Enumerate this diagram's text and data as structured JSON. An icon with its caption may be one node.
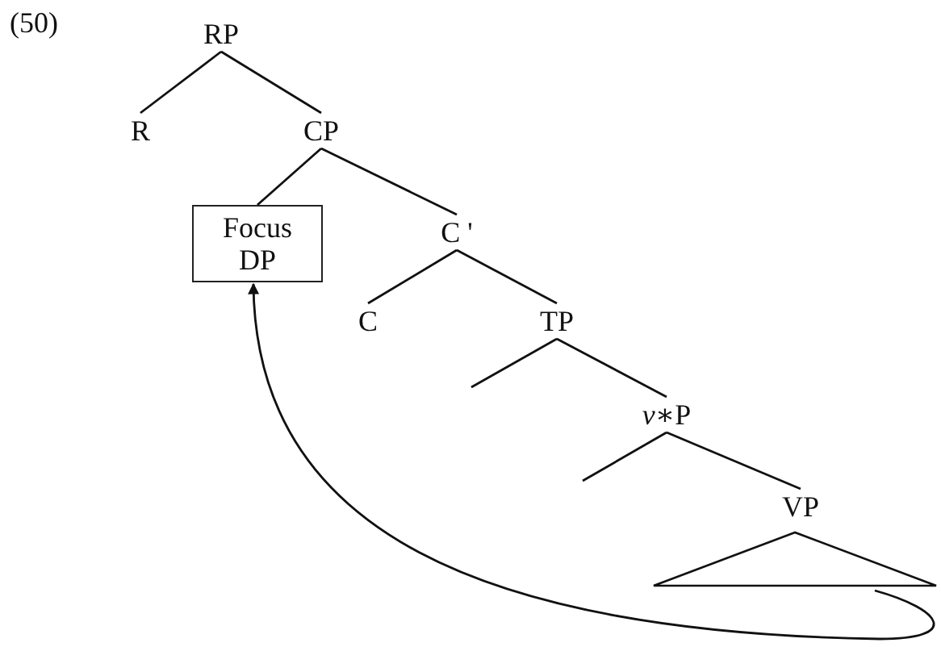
{
  "diagram": {
    "nodes": [
      {
        "text": [
          "RP"
        ]
      },
      {
        "text": [
          "R"
        ]
      },
      {
        "text": [
          "CP"
        ]
      },
      {
        "text": [
          "Focus DP"
        ]
      },
      {
        "text": [
          "C '"
        ]
      },
      {
        "text": [
          "C"
        ]
      },
      {
        "text": [
          "TP"
        ]
      },
      {
        "text": [
          "*v*∗P"
        ]
      },
      {
        "text": [
          "VP"
        ]
      },
      {
        "text": [],
        "shape": "triangle"
      }
    ],
    "edges": [
      {
        "from": 0,
        "to": 1,
        "arrow": "none"
      },
      {
        "from": 0,
        "to": 2,
        "arrow": "none"
      },
      {
        "from": 2,
        "to": 3,
        "arrow": "none"
      },
      {
        "from": 2,
        "to": 4,
        "arrow": "none"
      },
      {
        "from": 4,
        "to": 5,
        "arrow": "none"
      },
      {
        "from": 4,
        "to": 6,
        "arrow": "none"
      },
      {
        "from": 6,
        "to": null,
        "arrow": "none"
      },
      {
        "from": 6,
        "to": 7,
        "arrow": "none"
      },
      {
        "from": 7,
        "to": null,
        "arrow": "none"
      },
      {
        "from": 7,
        "to": 8,
        "arrow": "none"
      },
      {
        "from": 9,
        "to": 3,
        "arrow": "to"
      }
    ],
    "labels": [
      "(50)"
    ]
  }
}
